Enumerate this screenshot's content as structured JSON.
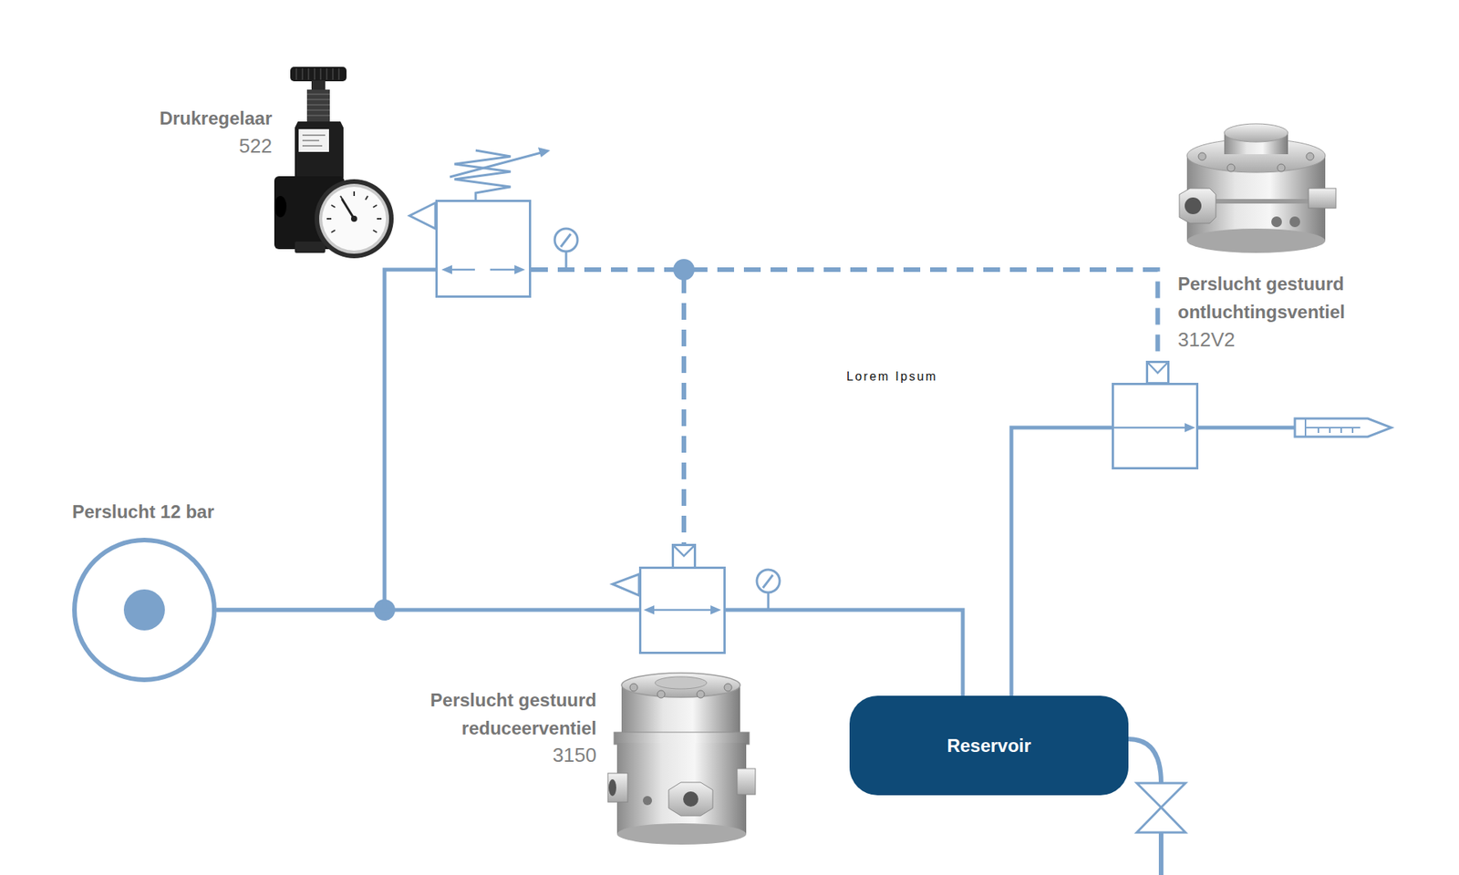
{
  "diagram": {
    "nodes": [
      {
        "text": [
          "Drukregelaar",
          "522"
        ]
      },
      {
        "text": [
          "Perslucht gestuurd ontluchtingsventiel",
          "312V2"
        ]
      },
      {
        "text": [
          "Perslucht 12 bar"
        ]
      },
      {
        "text": [
          "Perslucht gestuurd reduceerventiel",
          "3150"
        ]
      },
      {
        "text": [
          "Reservoir"
        ]
      }
    ],
    "edges": [
      {
        "from": 2,
        "to": 0,
        "arrow": "none"
      },
      {
        "from": 2,
        "to": 3,
        "arrow": "none"
      },
      {
        "from": 0,
        "to": 3,
        "arrow": "none"
      },
      {
        "from": 0,
        "to": 1,
        "arrow": "none"
      },
      {
        "from": 3,
        "to": 4,
        "arrow": "none"
      },
      {
        "from": 4,
        "to": 1,
        "arrow": "none"
      }
    ],
    "labels": [
      "Lorem Ipsum"
    ]
  }
}
